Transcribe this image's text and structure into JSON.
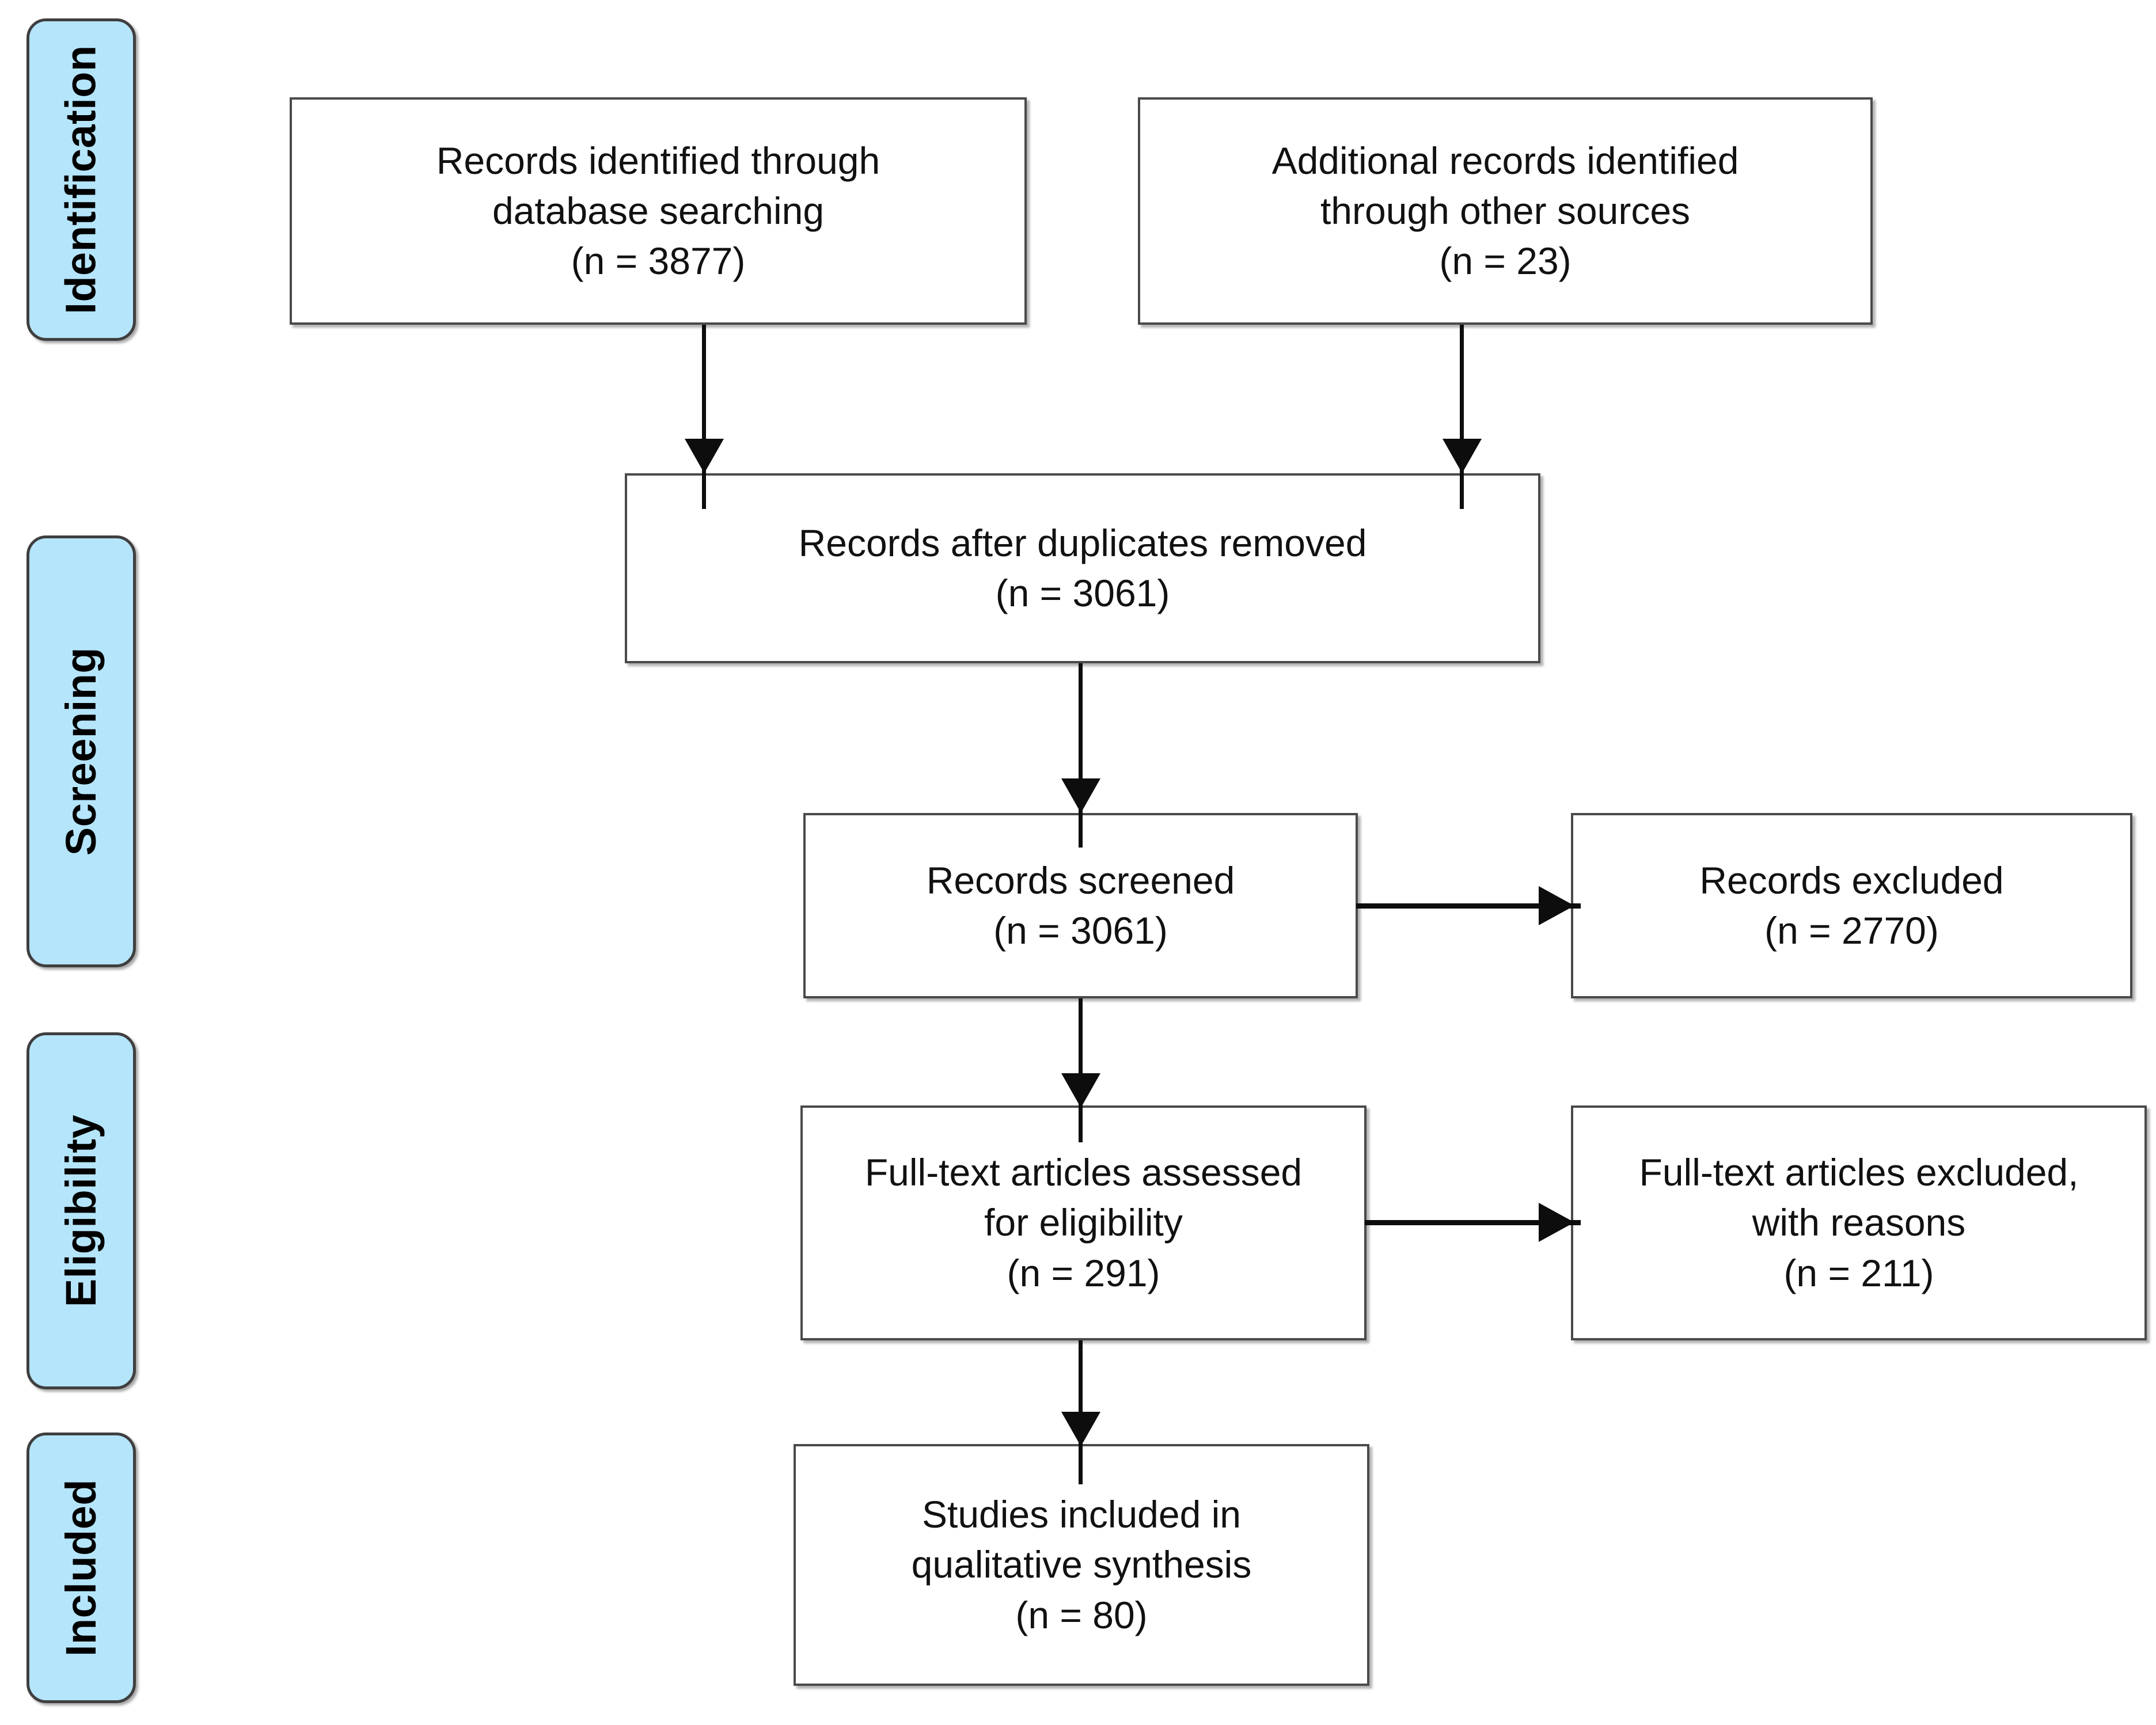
{
  "diagram": {
    "type": "prisma-flow-diagram",
    "phases": [
      {
        "id": "identification",
        "label": "Identification"
      },
      {
        "id": "screening",
        "label": "Screening"
      },
      {
        "id": "eligibility",
        "label": "Eligibility"
      },
      {
        "id": "included",
        "label": "Included"
      }
    ],
    "boxes": {
      "db_search": {
        "line1": "Records identified through",
        "line2": "database searching",
        "line3": "(n = 3877)",
        "n": 3877
      },
      "other_sources": {
        "line1": "Additional records identified",
        "line2": "through other sources",
        "line3": "(n = 23)",
        "n": 23
      },
      "duplicates_removed": {
        "line1": "Records after duplicates removed",
        "line2": "(n = 3061)",
        "n": 3061
      },
      "records_screened": {
        "line1": "Records screened",
        "line2": "(n = 3061)",
        "n": 3061
      },
      "records_excluded": {
        "line1": "Records excluded",
        "line2": "(n = 2770)",
        "n": 2770
      },
      "fulltext_assessed": {
        "line1": "Full-text articles assessed",
        "line2": "for eligibility",
        "line3": "(n = 291)",
        "n": 291
      },
      "fulltext_excluded": {
        "line1": "Full-text articles excluded,",
        "line2": "with reasons",
        "line3": "(n = 211)",
        "n": 211
      },
      "studies_included": {
        "line1": "Studies included in",
        "line2": "qualitative synthesis",
        "line3": "(n = 80)",
        "n": 80
      }
    },
    "colors": {
      "phase_fill": "#b5e5fb",
      "phase_border": "#3f3f3f",
      "box_border": "#4a4a4a",
      "box_fill": "#ffffff",
      "connector": "#0d0d0d",
      "text": "#111111"
    }
  }
}
